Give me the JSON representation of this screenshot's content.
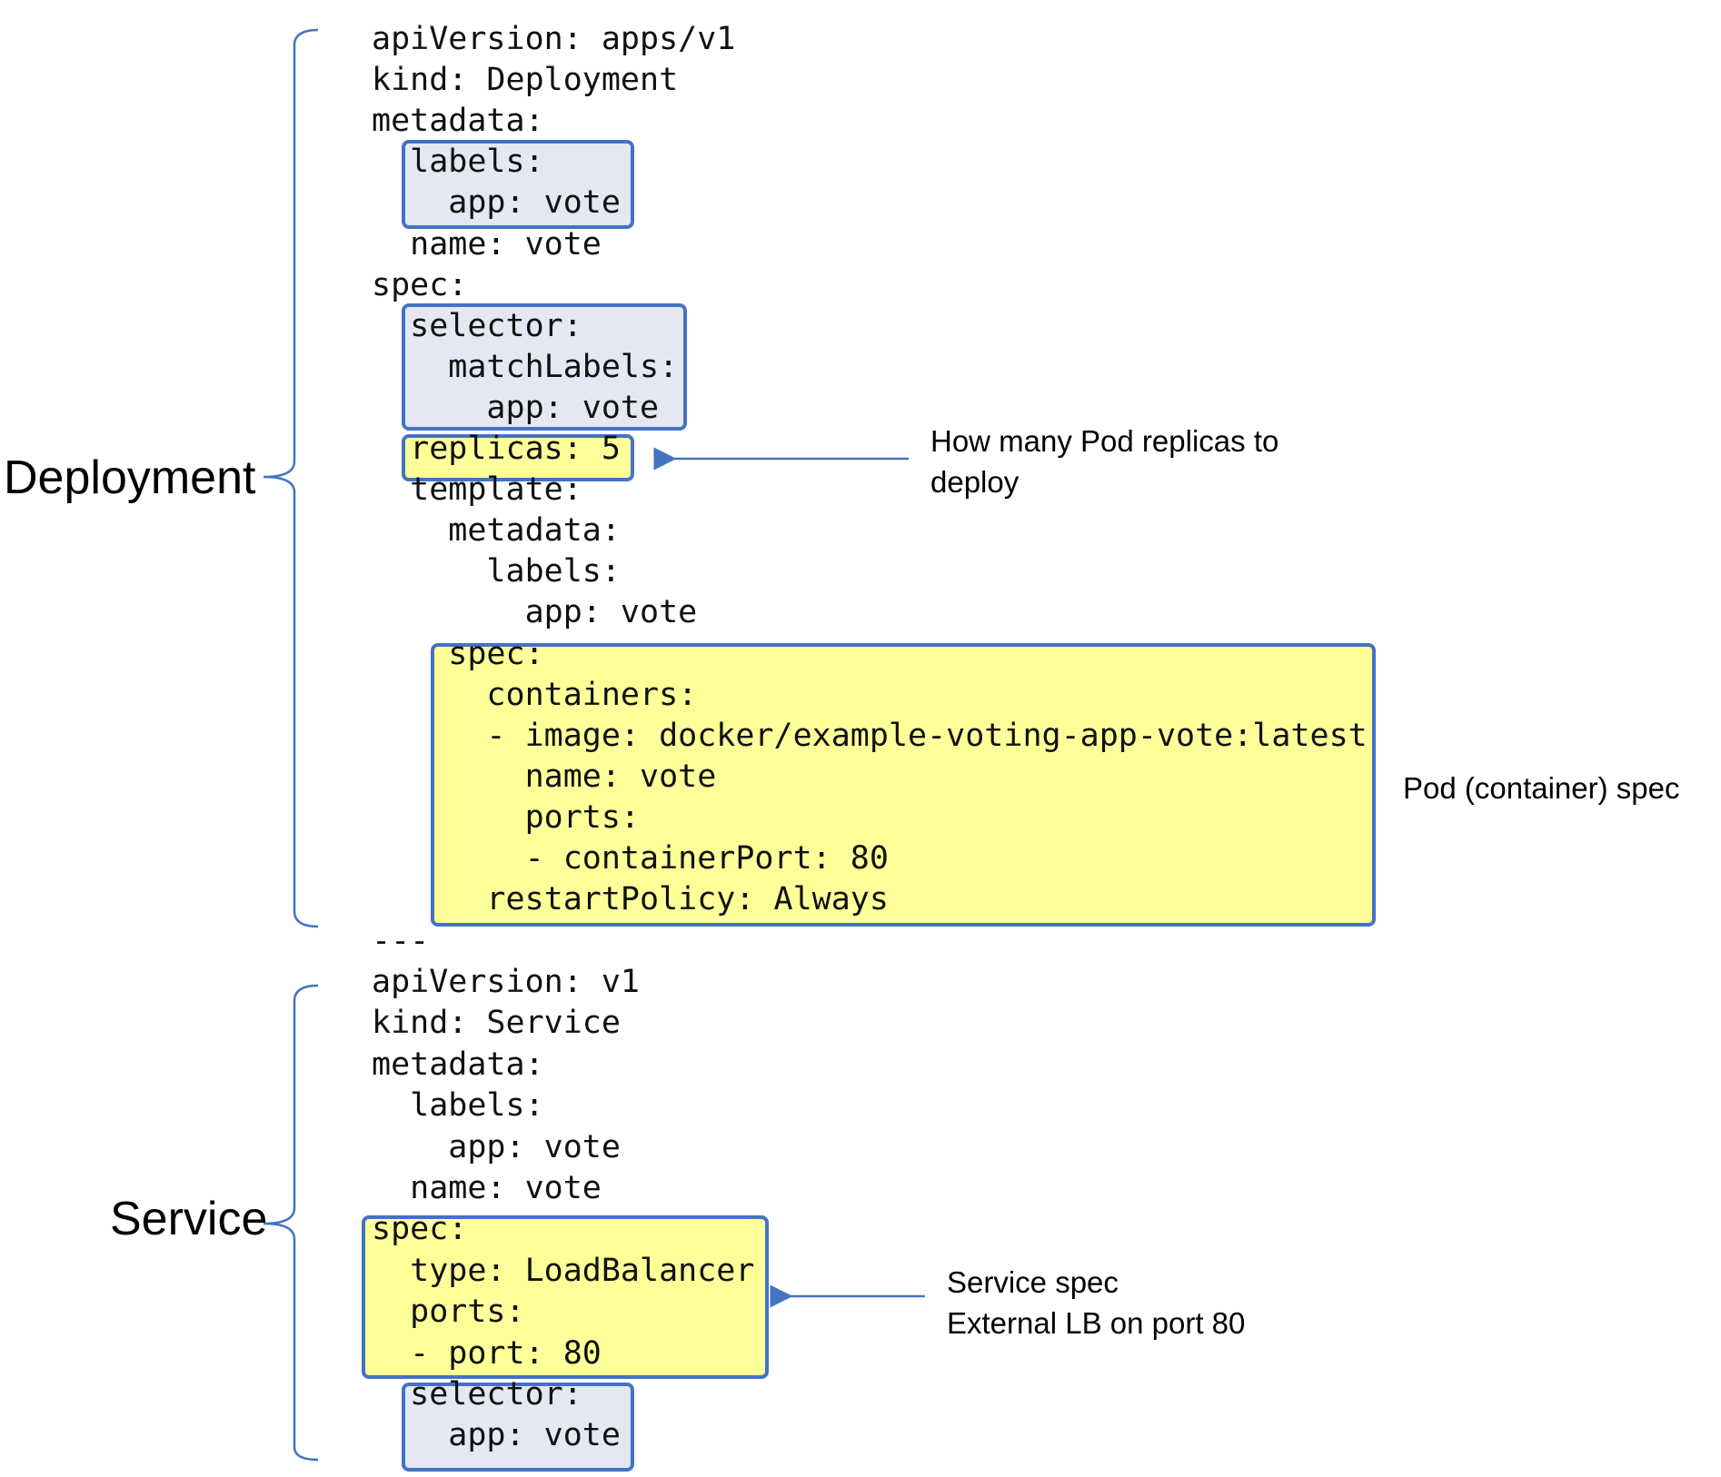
{
  "diagram": {
    "sections": {
      "deployment": "Deployment",
      "service": "Service"
    },
    "notes": {
      "replicas_line1": "How many Pod replicas to",
      "replicas_line2": "deploy",
      "pod_spec": "Pod (container) spec",
      "service_line1": "Service spec",
      "service_line2": "External LB on port 80"
    },
    "yaml": [
      "apiVersion: apps/v1",
      "kind: Deployment",
      "metadata:",
      "  labels:",
      "    app: vote",
      "  name: vote",
      "spec:",
      "  selector:",
      "    matchLabels:",
      "      app: vote",
      "  replicas: 5",
      "  template:",
      "    metadata:",
      "      labels:",
      "        app: vote",
      "    spec:",
      "      containers:",
      "      - image: docker/example-voting-app-vote:latest",
      "        name: vote",
      "        ports:",
      "        - containerPort: 80",
      "      restartPolicy: Always",
      "---",
      "apiVersion: v1",
      "kind: Service",
      "metadata:",
      "  labels:",
      "    app: vote",
      "  name: vote",
      "spec:",
      "  type: LoadBalancer",
      "  ports:",
      "  - port: 80",
      "  selector:",
      "    app: vote"
    ],
    "colors": {
      "border": "#4472c4",
      "blue_fill": "#e4e8f2",
      "yellow_fill": "#ffff99",
      "text": "#111111"
    }
  }
}
